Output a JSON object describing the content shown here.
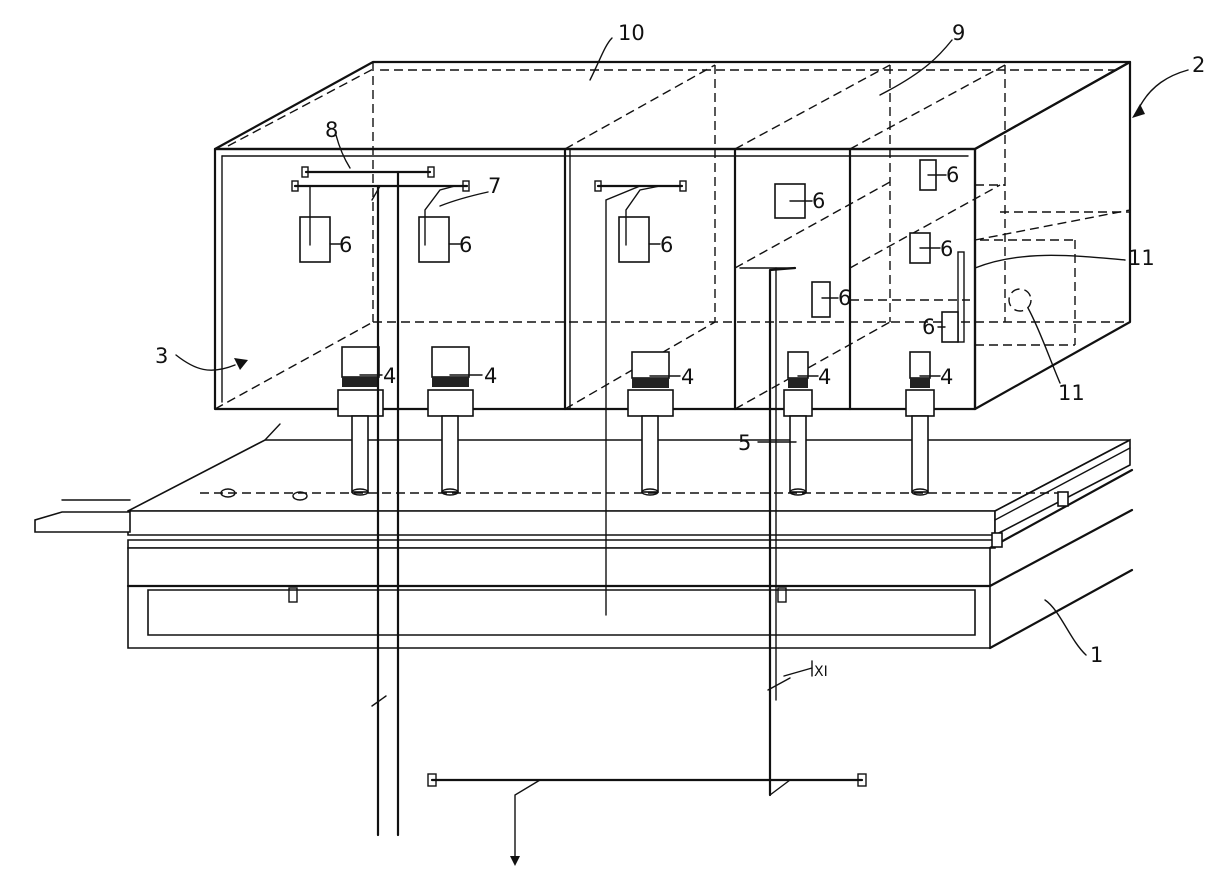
{
  "labels": {
    "frame": "1",
    "housing": "2",
    "front_wall": "3",
    "holder": "4",
    "rod": "5",
    "component": "6",
    "lever": "7",
    "linkage": "8",
    "compartment_a": "9",
    "compartment_b": "10",
    "opening": "11",
    "section_mark": "XI"
  }
}
